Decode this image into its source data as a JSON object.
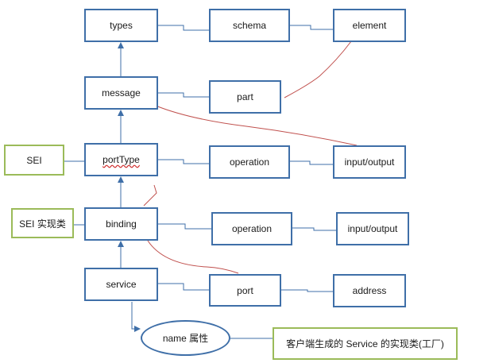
{
  "nodes": {
    "types": "types",
    "schema": "schema",
    "element": "element",
    "message": "message",
    "part": "part",
    "sei": "SEI",
    "porttype": "portType",
    "operation_1": "operation",
    "io_1": "input/output",
    "sei_impl": "SEI 实现类",
    "binding": "binding",
    "operation_2": "operation",
    "io_2": "input/output",
    "service": "service",
    "port": "port",
    "address": "address",
    "name_attr": "name 属性",
    "client_service": "客户端生成的 Service 的实现类(工厂)"
  },
  "colors": {
    "box_border": "#3f6fa8",
    "note_border": "#9bbb59",
    "relation_line": "#c0504d"
  }
}
